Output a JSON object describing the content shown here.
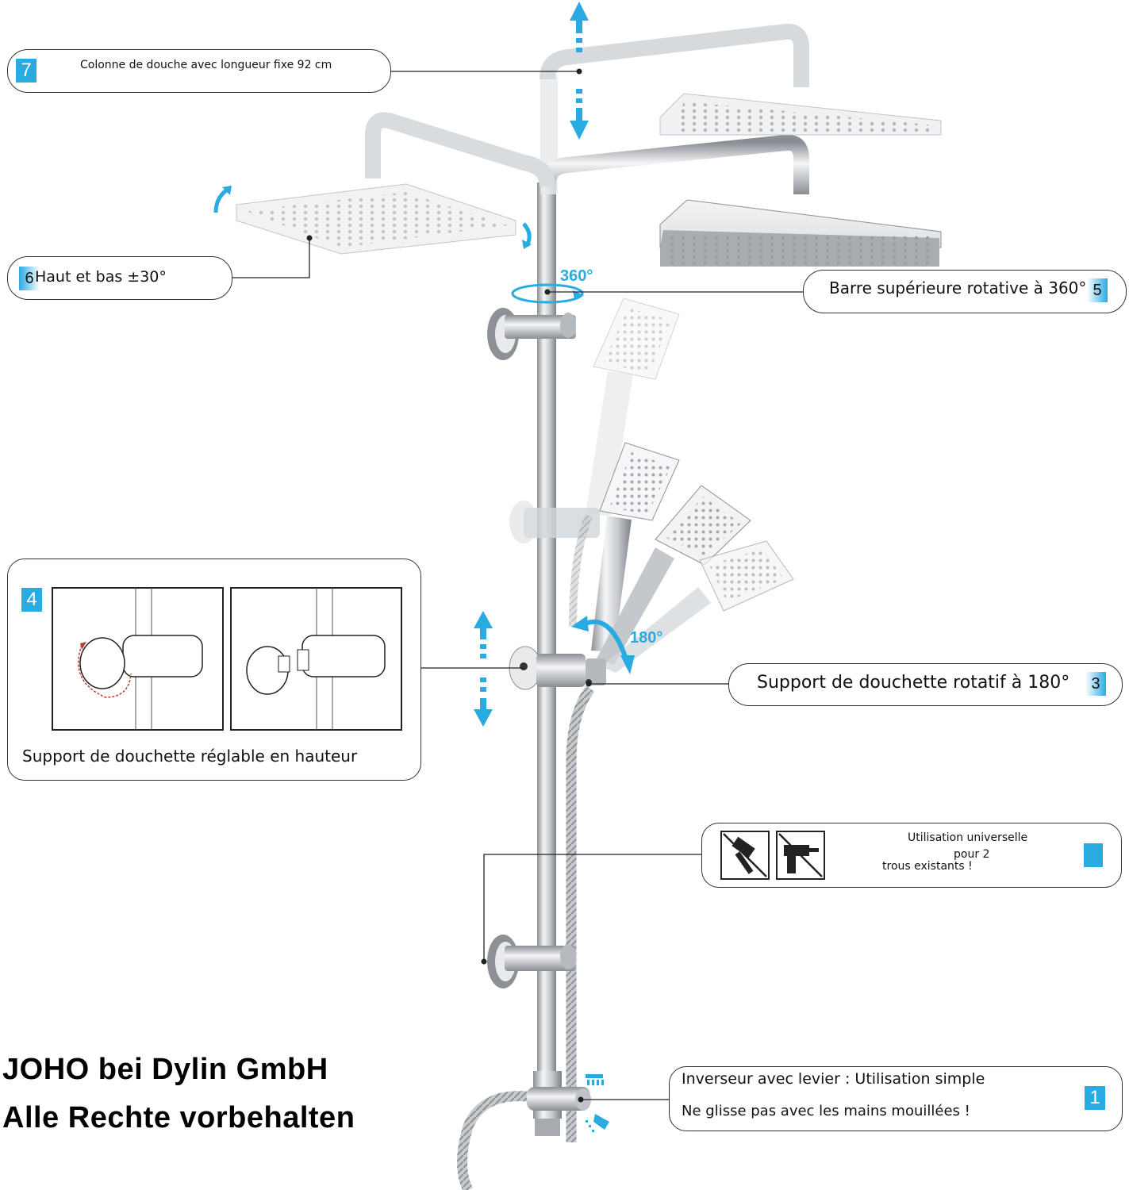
{
  "accent_color": "#29abe2",
  "callouts": {
    "c7": {
      "number": "7",
      "text": "Colonne de douche avec longueur fixe 92 cm"
    },
    "c6": {
      "number": "6",
      "text": "Haut et bas ±30°"
    },
    "c5": {
      "number": "5",
      "text": "Barre supérieure rotative à 360°"
    },
    "c4": {
      "number": "4",
      "text": "Support de douchette réglable en hauteur"
    },
    "c3": {
      "number": "3",
      "text": "Support de douchette rotatif à 180°"
    },
    "c2": {
      "line1": "Utilisation universelle",
      "line2": "pour 2",
      "line3": "trous existants !",
      "icons": [
        "no-hammer-icon",
        "no-drill-icon"
      ]
    },
    "c1": {
      "number": "1",
      "line1": "Inverseur avec levier : Utilisation simple",
      "line2": "Ne glisse pas avec les mains mouillées !"
    }
  },
  "angles": {
    "top": "360°",
    "holder": "180°"
  },
  "copyright": {
    "line1": "JOHO bei Dylin GmbH",
    "line2": "Alle Rechte vorbehalten"
  }
}
